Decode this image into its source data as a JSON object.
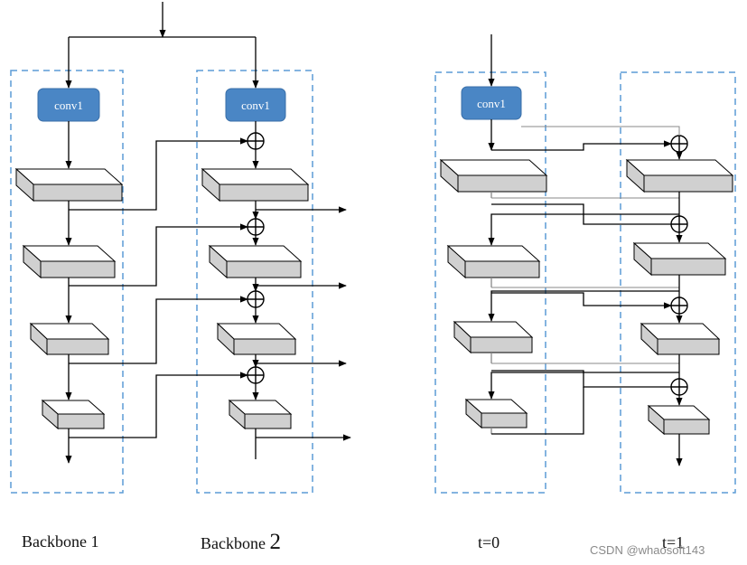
{
  "conv_label": "conv1",
  "captions": {
    "backbone1_text": "Backbone",
    "backbone1_num": "1",
    "backbone2_text": "Backbone",
    "backbone2_num": "2",
    "t0": "t=0",
    "t1": "t=1"
  },
  "watermark": "CSDN @whaosoft143",
  "colors": {
    "dashed_border": "#5b9bd5",
    "conv_fill": "#4a86c5",
    "block_top": "#ffffff",
    "block_side": "#d0d0d0",
    "line": "#000000"
  }
}
